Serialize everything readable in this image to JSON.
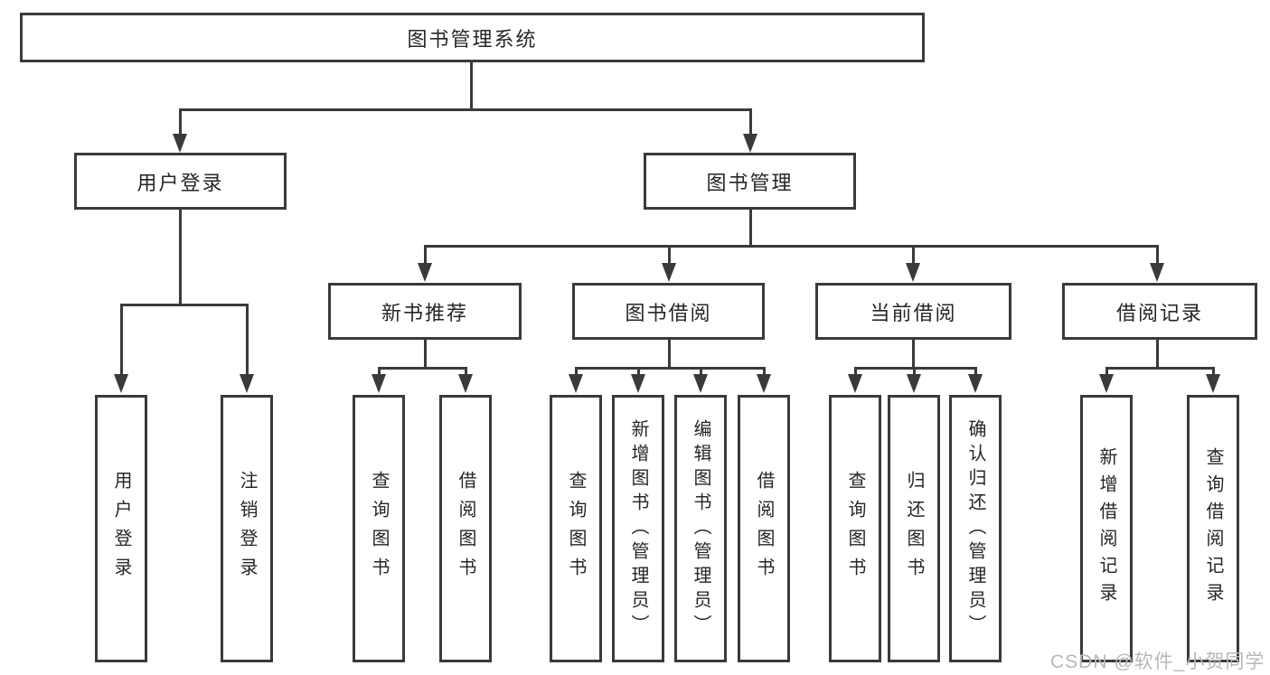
{
  "diagram": {
    "root": "图书管理系统",
    "level2": {
      "user_login": "用户登录",
      "book_management": "图书管理"
    },
    "level3": {
      "new_books": "新书推荐",
      "borrowing": "图书借阅",
      "current": "当前借阅",
      "records": "借阅记录"
    },
    "leaves": {
      "user_login": [
        "用户登录",
        "注销登录"
      ],
      "new_books": [
        "查询图书",
        "借阅图书"
      ],
      "borrowing": [
        "查询图书",
        "新增图书（管理员）",
        "编辑图书（管理员）",
        "借阅图书"
      ],
      "current": [
        "查询图书",
        "归还图书",
        "确认归还（管理员）"
      ],
      "records": [
        "新增借阅记录",
        "查询借阅记录"
      ]
    }
  },
  "watermark": "CSDN @软件_小贺同学",
  "colors": {
    "line": "#3a3a3a",
    "text": "#262626",
    "watermark": "#b9b6b6",
    "background": "#ffffff"
  }
}
